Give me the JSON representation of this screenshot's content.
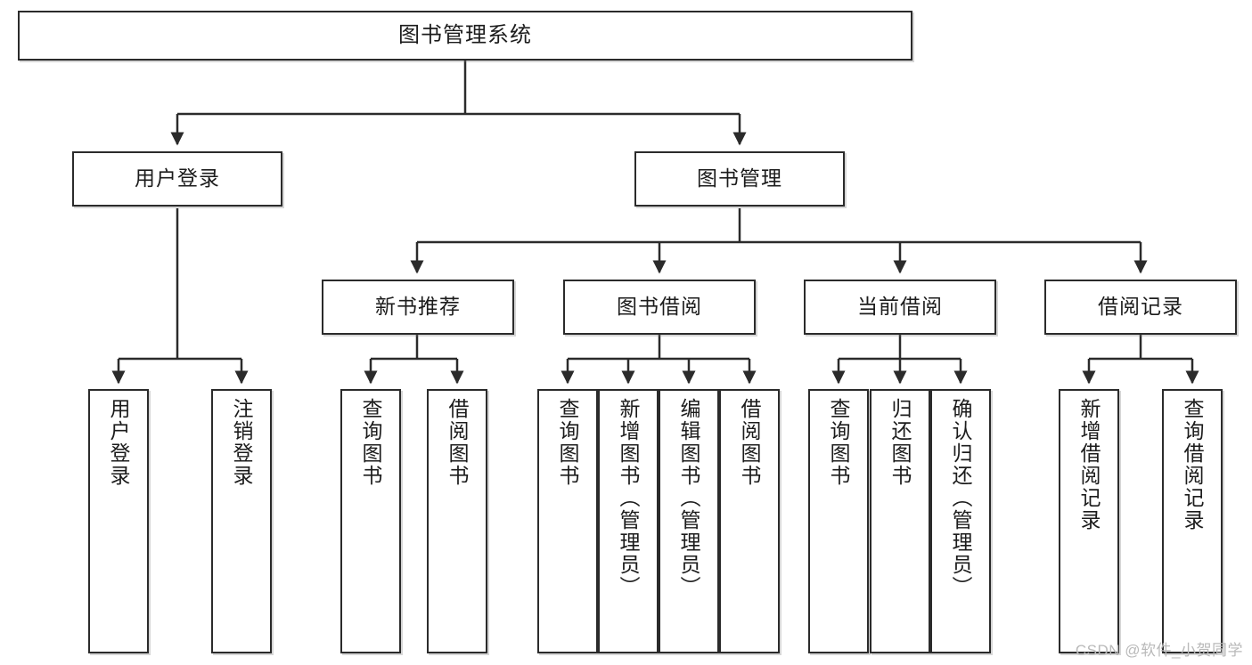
{
  "diagram": {
    "title": "图书管理系统",
    "watermark": "CSDN @软件_小贺同学",
    "colors": {
      "border": "#2b2b2b",
      "background": "#ffffff",
      "text": "#1c1c1c",
      "watermark": "#b9b9b9"
    },
    "nodes": {
      "root": {
        "label": "图书管理系统"
      },
      "level2": [
        {
          "label": "用户登录"
        },
        {
          "label": "图书管理"
        }
      ],
      "level3": [
        {
          "label": "新书推荐"
        },
        {
          "label": "图书借阅"
        },
        {
          "label": "当前借阅"
        },
        {
          "label": "借阅记录"
        }
      ],
      "leaves": {
        "user_login": [
          {
            "label": "用户登录"
          },
          {
            "label": "注销登录"
          }
        ],
        "new_book_recommend": [
          {
            "label": "查询图书"
          },
          {
            "label": "借阅图书"
          }
        ],
        "book_borrow": [
          {
            "label": "查询图书"
          },
          {
            "label": "新增图书（管理员）"
          },
          {
            "label": "编辑图书（管理员）"
          },
          {
            "label": "借阅图书"
          }
        ],
        "current_borrow": [
          {
            "label": "查询图书"
          },
          {
            "label": "归还图书"
          },
          {
            "label": "确认归还（管理员）"
          }
        ],
        "borrow_record": [
          {
            "label": "新增借阅记录"
          },
          {
            "label": "查询借阅记录"
          }
        ]
      }
    }
  }
}
